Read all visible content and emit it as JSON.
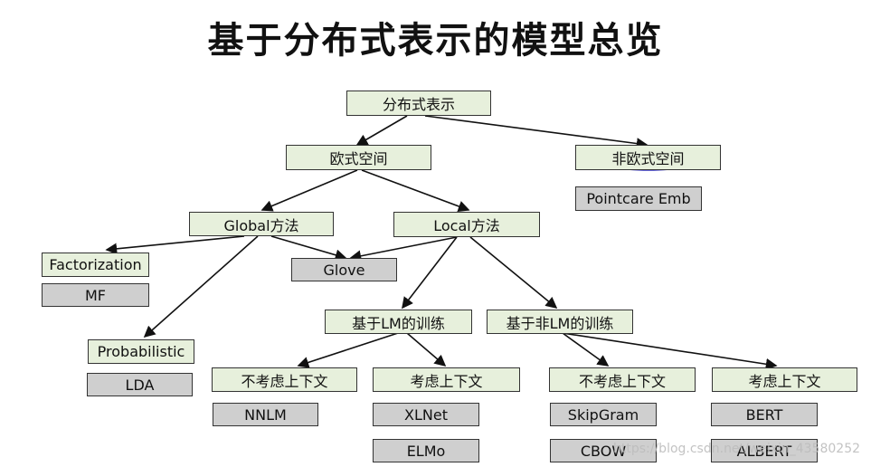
{
  "title": "基于分布式表示的模型总览",
  "nodes": {
    "root": "分布式表示",
    "euclidean": "欧式空间",
    "non_euclidean": "非欧式空间",
    "pointcare": "Pointcare Emb",
    "global": "Global方法",
    "local": "Local方法",
    "factorization": "Factorization",
    "mf": "MF",
    "glove": "Glove",
    "probabilistic": "Probabilistic",
    "lda": "LDA",
    "lm_training": "基于LM的训练",
    "non_lm_training": "基于非LM的训练",
    "no_context_1": "不考虑上下文",
    "context_1": "考虑上下文",
    "no_context_2": "不考虑上下文",
    "context_2": "考虑上下文",
    "nnlm": "NNLM",
    "xlnet": "XLNet",
    "elmo": "ELMo",
    "skipgram": "SkipGram",
    "cbow": "CBOW",
    "bert": "BERT",
    "albert": "ALBERT"
  },
  "watermark": "https://blog.csdn.net/weixin_43580252",
  "colors": {
    "concept_box": "#e7f0dc",
    "model_box": "#cfcfcf",
    "highlight": "#3b3bd6"
  }
}
